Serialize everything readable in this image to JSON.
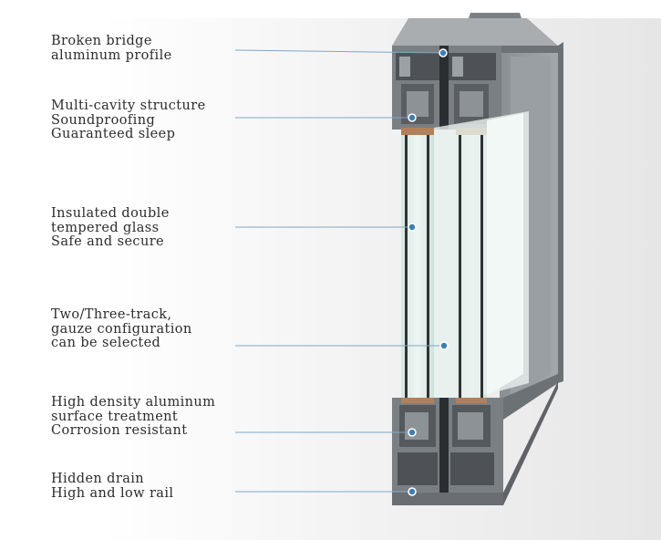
{
  "features": [
    {
      "lines": [
        "Broken bridge",
        "aluminum profile"
      ]
    },
    {
      "lines": [
        "Multi-cavity structure",
        "Soundproofing",
        "Guaranteed sleep"
      ]
    },
    {
      "lines": [
        "Insulated double",
        "tempered glass",
        "Safe and secure"
      ]
    },
    {
      "lines": [
        "Two/Three-track,",
        "gauze configuration",
        "can be selected"
      ]
    },
    {
      "lines": [
        "High density aluminum",
        "surface treatment",
        "Corrosion resistant"
      ]
    },
    {
      "lines": [
        "Hidden drain",
        "High and low rail"
      ]
    }
  ],
  "colors": {
    "background": "#ffffff",
    "backdrop": "#ececec",
    "frame_face": "#8e9397",
    "frame_dark": "#5d6165",
    "glass": "#dfeee9",
    "callout_line": "#7fa8c4",
    "callout_dot": "#3f7fb0"
  }
}
